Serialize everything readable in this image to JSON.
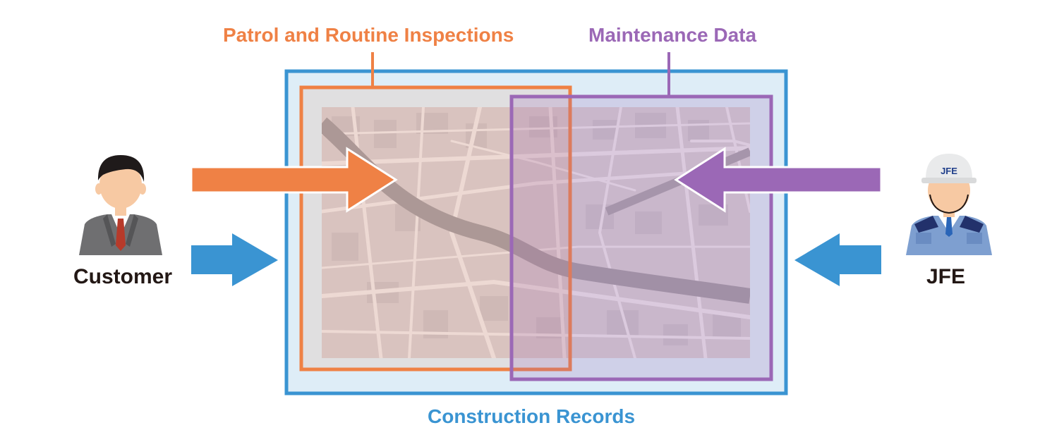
{
  "labels": {
    "patrol": "Patrol and Routine Inspections",
    "maintenance": "Maintenance Data",
    "construction": "Construction Records",
    "customer": "Customer",
    "jfe": "JFE",
    "helmet_text": "JFE"
  },
  "colors": {
    "orange": "#ef8145",
    "purple": "#9b68b6",
    "blue": "#3a94d2",
    "text_dark": "#231815",
    "construction_fill": "#deedf7",
    "map_base": "#d6cdd1",
    "map_road": "#ede6e9",
    "map_river": "#a39ca2"
  },
  "icons": {
    "customer": "businessman-icon",
    "jfe": "worker-with-helmet-icon",
    "map": "city-map-icon"
  }
}
